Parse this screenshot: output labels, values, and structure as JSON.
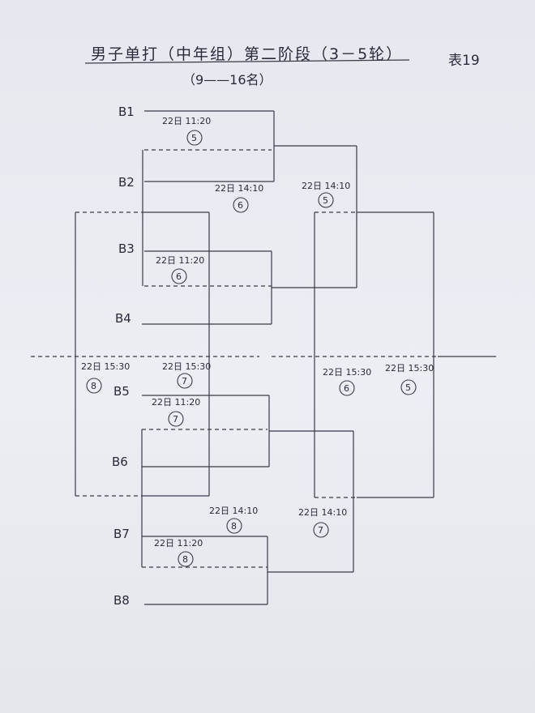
{
  "header": {
    "title": "男子单打（中年组）第二阶段（3－5轮）",
    "subtitle": "（9——16名）",
    "table_tag": "表19"
  },
  "seeds": [
    "B1",
    "B2",
    "B3",
    "B4",
    "B5",
    "B6",
    "B7",
    "B8"
  ],
  "matches": [
    {
      "time": "22日 11:20",
      "court": "5"
    },
    {
      "time": "22日 14:10",
      "court": "6"
    },
    {
      "time": "22日 14:10",
      "court": "5"
    },
    {
      "time": "22日 11:20",
      "court": "6"
    },
    {
      "time": "22日 15:30",
      "court": "8"
    },
    {
      "time": "22日 15:30",
      "court": "7"
    },
    {
      "time": "22日 15:30",
      "court": "6"
    },
    {
      "time": "22日 15:30",
      "court": "5"
    },
    {
      "time": "22日 11:20",
      "court": "7"
    },
    {
      "time": "22日 14:10",
      "court": "8"
    },
    {
      "time": "22日 14:10",
      "court": "7"
    },
    {
      "time": "22日 11:20",
      "court": "8"
    }
  ]
}
